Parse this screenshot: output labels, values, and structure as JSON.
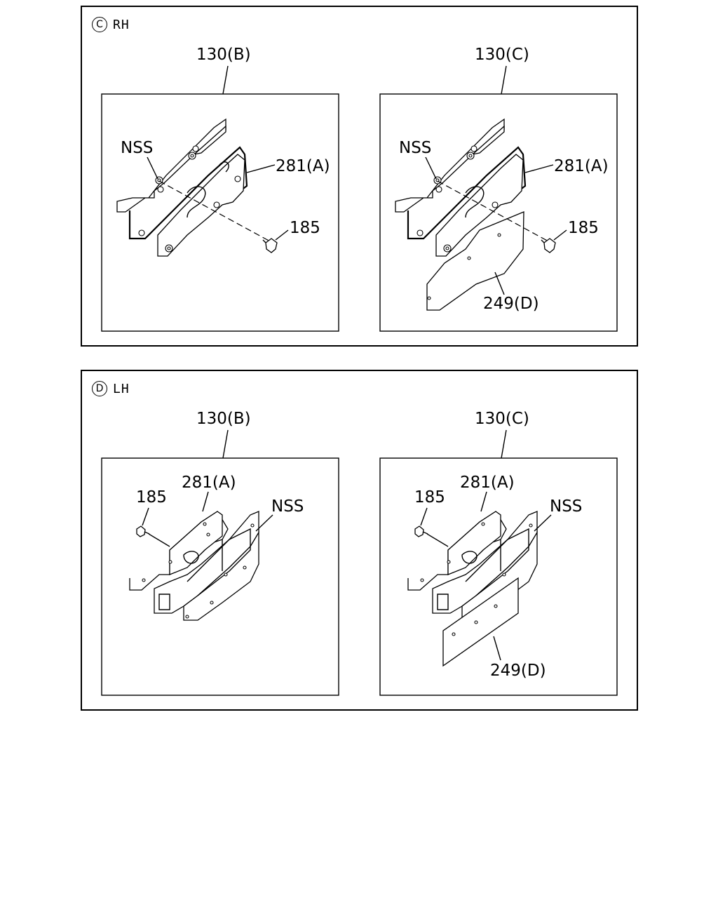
{
  "sections": [
    {
      "letter": "C",
      "side": "RH",
      "variants": [
        {
          "callout": "130(B)",
          "nss": "NSS",
          "bracket": "281(A)",
          "bolt": "185"
        },
        {
          "callout": "130(C)",
          "nss": "NSS",
          "bracket": "281(A)",
          "bolt": "185",
          "cover": "249(D)"
        }
      ]
    },
    {
      "letter": "D",
      "side": "LH",
      "variants": [
        {
          "callout": "130(B)",
          "nss": "NSS",
          "bracket": "281(A)",
          "bolt": "185"
        },
        {
          "callout": "130(C)",
          "nss": "NSS",
          "bracket": "281(A)",
          "bolt": "185",
          "cover": "249(D)"
        }
      ]
    }
  ]
}
